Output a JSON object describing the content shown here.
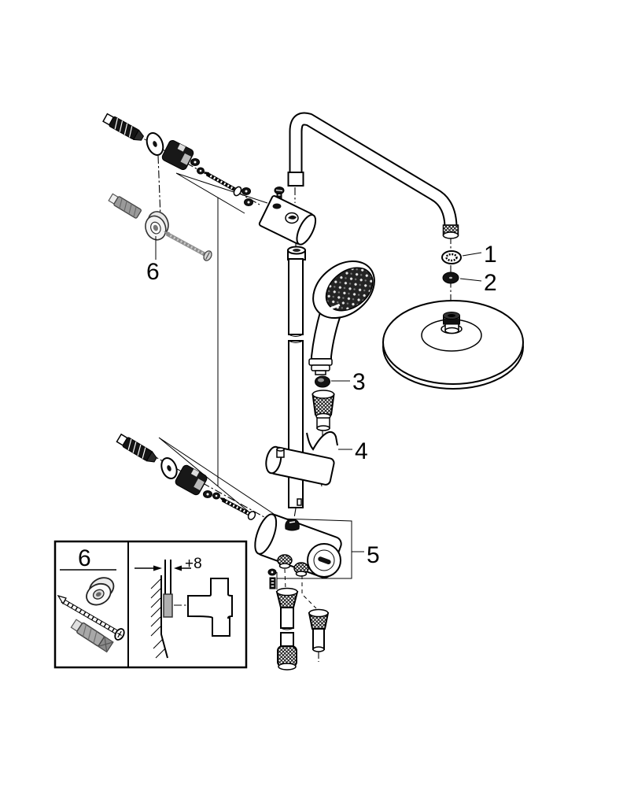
{
  "diagram": {
    "type": "exploded-parts-diagram",
    "callouts": {
      "part1": "1",
      "part2": "2",
      "part3": "3",
      "part4": "4",
      "part5": "5",
      "part6": "6"
    },
    "inset": {
      "callout": "6",
      "dimension": "+8"
    },
    "parts": [
      {
        "callout": "1",
        "icon": "metal-washer-icon"
      },
      {
        "callout": "2",
        "icon": "rubber-gasket-icon"
      },
      {
        "callout": "3",
        "icon": "rubber-gasket-icon"
      },
      {
        "callout": "4",
        "icon": "handshower-holder-icon"
      },
      {
        "callout": "5",
        "icon": "thermostat-valve-icon"
      },
      {
        "callout": "6",
        "icon": "wall-mounting-set-icon"
      }
    ],
    "colors": {
      "line": "#000000",
      "gray_part": "#9a9a9a",
      "background": "#ffffff"
    }
  }
}
